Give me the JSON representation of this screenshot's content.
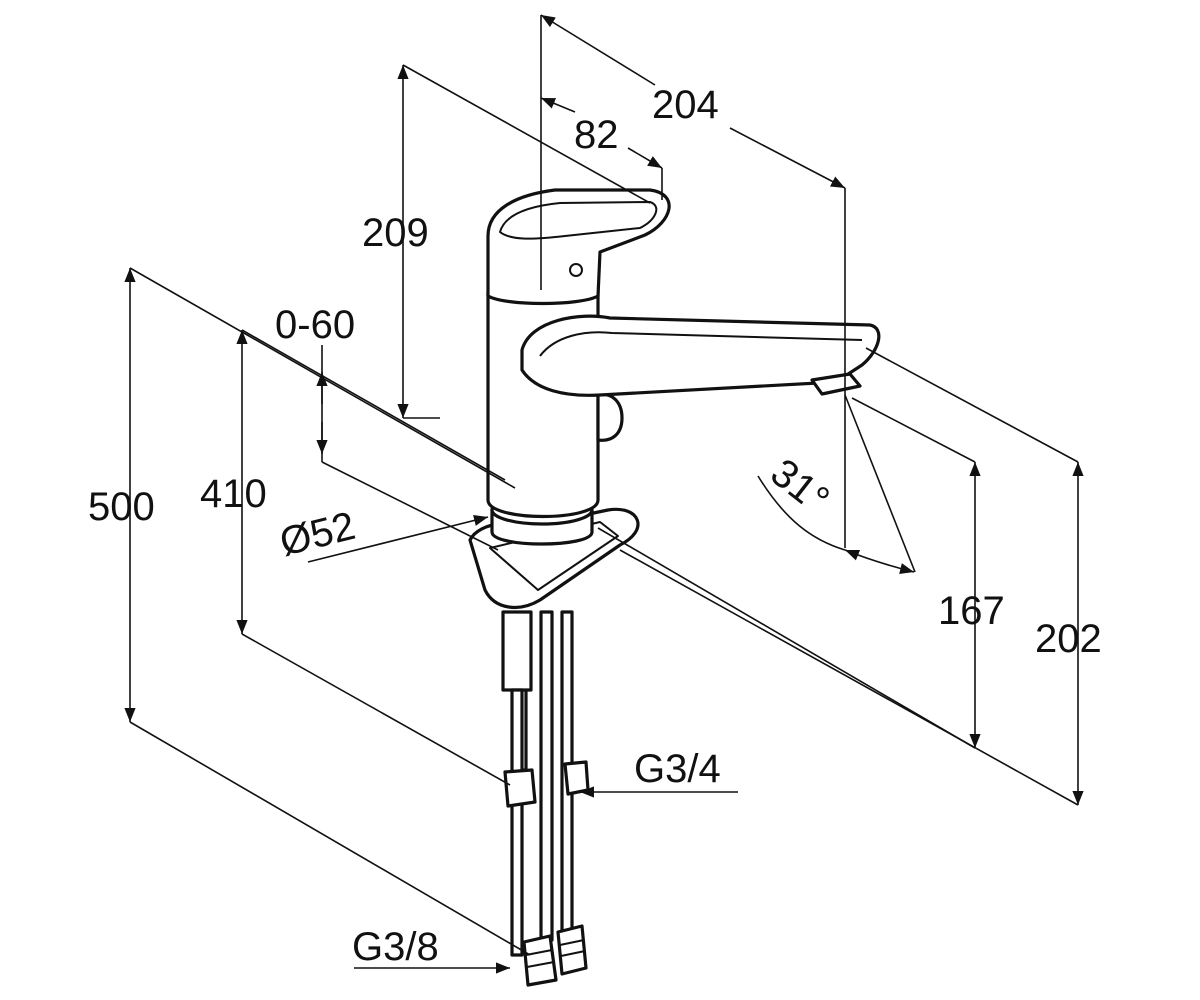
{
  "diagram": {
    "colors": {
      "line": "#111111",
      "background": "#ffffff"
    },
    "dimensions": {
      "width_204": "204",
      "width_82": "82",
      "height_209": "209",
      "swivel_range": "0-60",
      "total_500": "500",
      "height_410": "410",
      "diameter_52": "Ø52",
      "angle_31": "31°",
      "height_167": "167",
      "height_202": "202",
      "thread_g34": "G3/4",
      "thread_g38": "G3/8"
    }
  }
}
